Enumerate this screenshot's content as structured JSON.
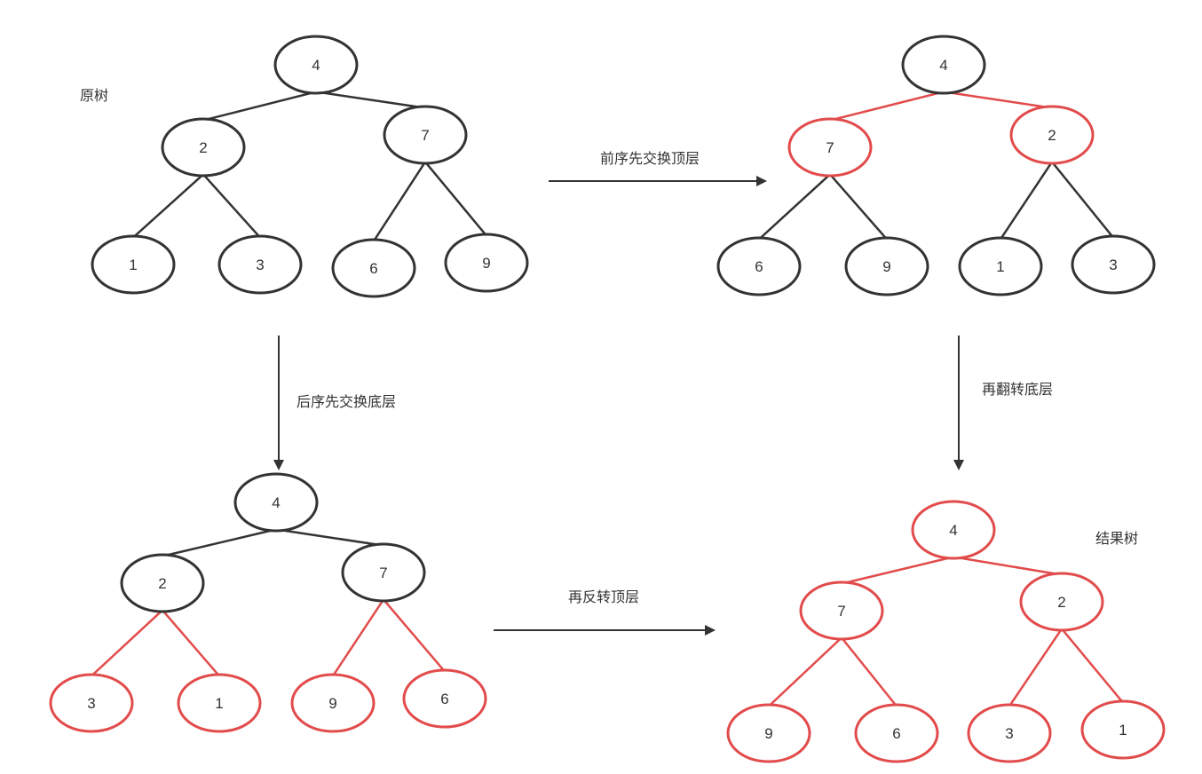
{
  "colors": {
    "normal": "#333333",
    "highlight": "#e24b4b"
  },
  "trees": [
    {
      "id": "original-tree",
      "label": "原树",
      "nodes": [
        {
          "id": "n4",
          "value": "4",
          "highlight": false
        },
        {
          "id": "n2",
          "value": "2",
          "highlight": false
        },
        {
          "id": "n7",
          "value": "7",
          "highlight": false
        },
        {
          "id": "n1",
          "value": "1",
          "highlight": false
        },
        {
          "id": "n3",
          "value": "3",
          "highlight": false
        },
        {
          "id": "n6",
          "value": "6",
          "highlight": false
        },
        {
          "id": "n9",
          "value": "9",
          "highlight": false
        }
      ],
      "edges": [
        {
          "from": "n4",
          "to": "n2",
          "highlight": false
        },
        {
          "from": "n4",
          "to": "n7",
          "highlight": false
        },
        {
          "from": "n2",
          "to": "n1",
          "highlight": false
        },
        {
          "from": "n2",
          "to": "n3",
          "highlight": false
        },
        {
          "from": "n7",
          "to": "n6",
          "highlight": false
        },
        {
          "from": "n7",
          "to": "n9",
          "highlight": false
        }
      ]
    },
    {
      "id": "preorder-tree",
      "label": "",
      "nodes": [
        {
          "id": "n4",
          "value": "4",
          "highlight": false
        },
        {
          "id": "n7",
          "value": "7",
          "highlight": true
        },
        {
          "id": "n2",
          "value": "2",
          "highlight": true
        },
        {
          "id": "n6",
          "value": "6",
          "highlight": false
        },
        {
          "id": "n9",
          "value": "9",
          "highlight": false
        },
        {
          "id": "n1",
          "value": "1",
          "highlight": false
        },
        {
          "id": "n3",
          "value": "3",
          "highlight": false
        }
      ],
      "edges": [
        {
          "from": "n4",
          "to": "n7",
          "highlight": true
        },
        {
          "from": "n4",
          "to": "n2",
          "highlight": true
        },
        {
          "from": "n7",
          "to": "n6",
          "highlight": false
        },
        {
          "from": "n7",
          "to": "n9",
          "highlight": false
        },
        {
          "from": "n2",
          "to": "n1",
          "highlight": false
        },
        {
          "from": "n2",
          "to": "n3",
          "highlight": false
        }
      ]
    },
    {
      "id": "postorder-tree",
      "label": "",
      "nodes": [
        {
          "id": "n4",
          "value": "4",
          "highlight": false
        },
        {
          "id": "n2",
          "value": "2",
          "highlight": false
        },
        {
          "id": "n7",
          "value": "7",
          "highlight": false
        },
        {
          "id": "n3",
          "value": "3",
          "highlight": true
        },
        {
          "id": "n1",
          "value": "1",
          "highlight": true
        },
        {
          "id": "n9",
          "value": "9",
          "highlight": true
        },
        {
          "id": "n6",
          "value": "6",
          "highlight": true
        }
      ],
      "edges": [
        {
          "from": "n4",
          "to": "n2",
          "highlight": false
        },
        {
          "from": "n4",
          "to": "n7",
          "highlight": false
        },
        {
          "from": "n2",
          "to": "n3",
          "highlight": true
        },
        {
          "from": "n2",
          "to": "n1",
          "highlight": true
        },
        {
          "from": "n7",
          "to": "n9",
          "highlight": true
        },
        {
          "from": "n7",
          "to": "n6",
          "highlight": true
        }
      ]
    },
    {
      "id": "result-tree",
      "label": "结果树",
      "nodes": [
        {
          "id": "n4",
          "value": "4",
          "highlight": true
        },
        {
          "id": "n7",
          "value": "7",
          "highlight": true
        },
        {
          "id": "n2",
          "value": "2",
          "highlight": true
        },
        {
          "id": "n9",
          "value": "9",
          "highlight": true
        },
        {
          "id": "n6",
          "value": "6",
          "highlight": true
        },
        {
          "id": "n3",
          "value": "3",
          "highlight": true
        },
        {
          "id": "n1",
          "value": "1",
          "highlight": true
        }
      ],
      "edges": [
        {
          "from": "n4",
          "to": "n7",
          "highlight": true
        },
        {
          "from": "n4",
          "to": "n2",
          "highlight": true
        },
        {
          "from": "n7",
          "to": "n9",
          "highlight": true
        },
        {
          "from": "n7",
          "to": "n6",
          "highlight": true
        },
        {
          "from": "n2",
          "to": "n3",
          "highlight": true
        },
        {
          "from": "n2",
          "to": "n1",
          "highlight": true
        }
      ]
    }
  ],
  "arrows": [
    {
      "id": "arrow-preorder",
      "label": "前序先交换顶层"
    },
    {
      "id": "arrow-postorder",
      "label": "后序先交换底层"
    },
    {
      "id": "arrow-flip-bottom",
      "label": "再翻转底层"
    },
    {
      "id": "arrow-flip-top",
      "label": "再反转顶层"
    }
  ]
}
